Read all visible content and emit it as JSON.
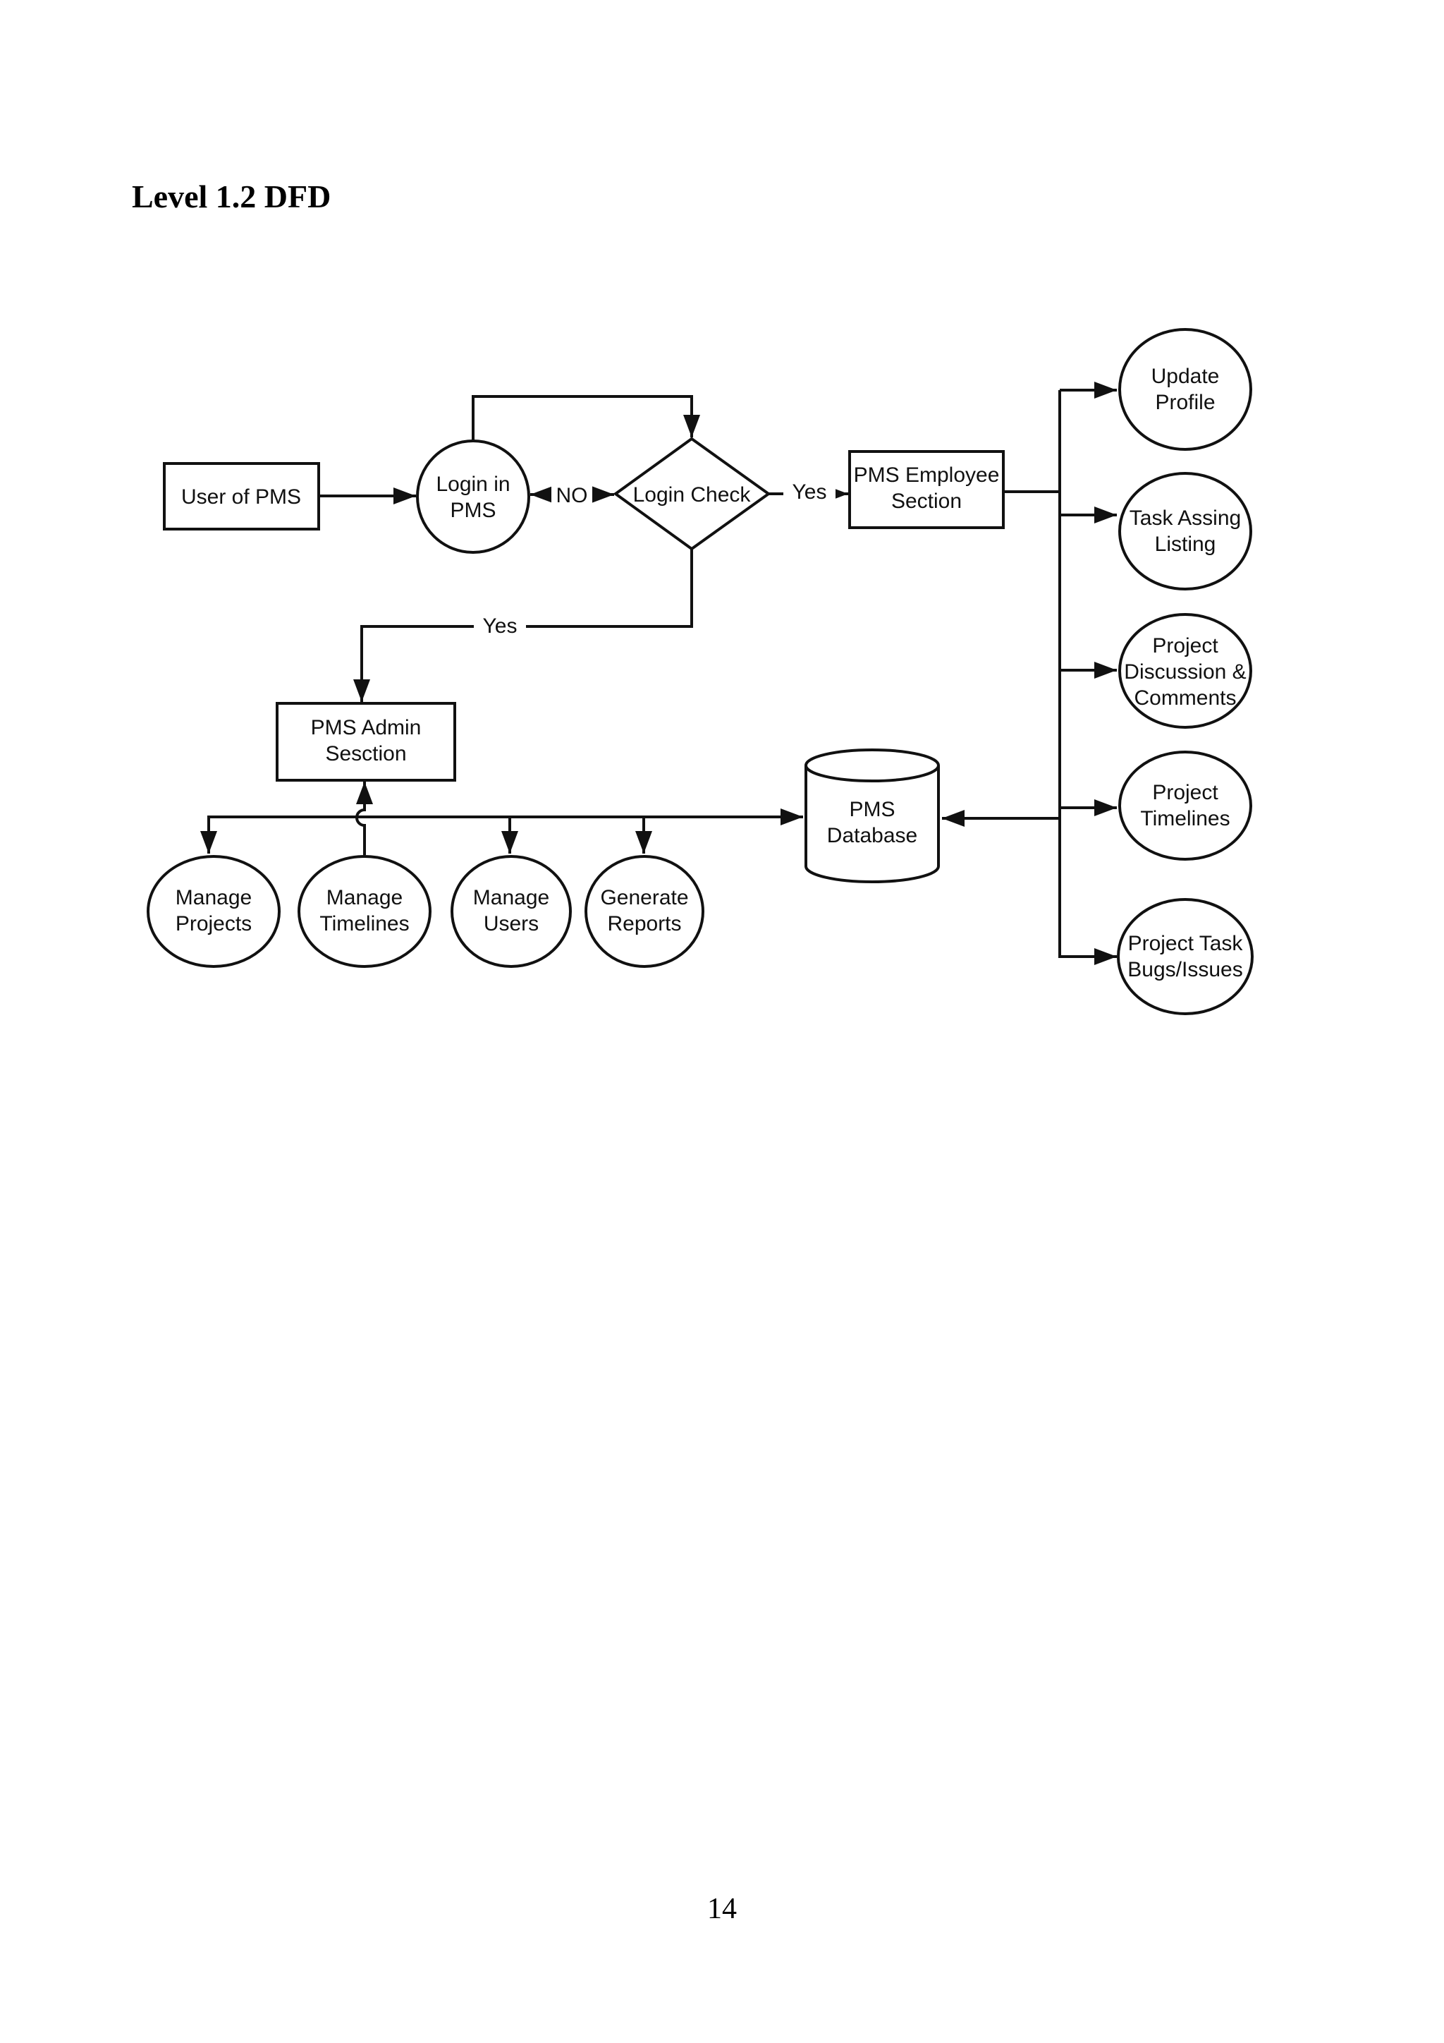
{
  "page": {
    "heading": "Level 1.2 DFD",
    "page_number": "14"
  },
  "diagram": {
    "colors": {
      "line": "#111111",
      "page_background": "#ffffff"
    },
    "nodes": {
      "user_of_pms": {
        "lines": [
          "User of PMS"
        ]
      },
      "login_in_pms": {
        "lines": [
          "Login in",
          "PMS"
        ]
      },
      "login_check": {
        "lines": [
          "Login Check"
        ]
      },
      "pms_employee_section": {
        "lines": [
          "PMS Employee",
          "Section"
        ]
      },
      "pms_admin_sesction": {
        "lines": [
          "PMS Admin",
          "Sesction"
        ]
      },
      "pms_database": {
        "lines": [
          "PMS",
          "Database"
        ]
      },
      "manage_projects": {
        "lines": [
          "Manage",
          "Projects"
        ]
      },
      "manage_timelines": {
        "lines": [
          "Manage",
          "Timelines"
        ]
      },
      "manage_users": {
        "lines": [
          "Manage",
          "Users"
        ]
      },
      "generate_reports": {
        "lines": [
          "Generate",
          "Reports"
        ]
      },
      "update_profile": {
        "lines": [
          "Update",
          "Profile"
        ]
      },
      "task_assing_listing": {
        "lines": [
          "Task Assing",
          "Listing"
        ]
      },
      "project_discussion_comments": {
        "lines": [
          "Project",
          "Discussion &",
          "Comments"
        ]
      },
      "project_timelines": {
        "lines": [
          "Project",
          "Timelines"
        ]
      },
      "project_task_bugs_issues": {
        "lines": [
          "Project Task",
          "Bugs/Issues"
        ]
      }
    },
    "edge_labels": {
      "no": "NO",
      "yes_to_employee": "Yes",
      "yes_to_admin": "Yes"
    }
  }
}
